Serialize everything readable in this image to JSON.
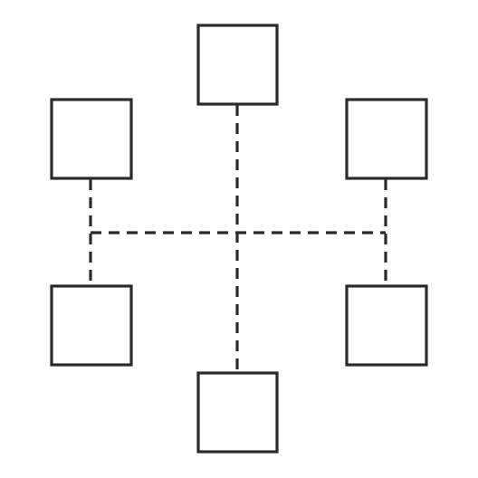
{
  "diagram": {
    "stroke_color": "#2b2b2b",
    "background_color": "#ffffff",
    "nodes": [
      {
        "id": "top"
      },
      {
        "id": "upper-left"
      },
      {
        "id": "upper-right"
      },
      {
        "id": "lower-left"
      },
      {
        "id": "lower-right"
      },
      {
        "id": "bottom"
      }
    ],
    "edges": [
      {
        "id": "center-vertical",
        "from": "top",
        "to": "bottom",
        "style": "dashed"
      },
      {
        "id": "horizontal-bar",
        "from": "upper-left",
        "to": "upper-right",
        "style": "dashed"
      },
      {
        "id": "left-vertical",
        "from": "upper-left",
        "to": "lower-left",
        "style": "dashed"
      },
      {
        "id": "right-vertical",
        "from": "upper-right",
        "to": "lower-right",
        "style": "dashed"
      }
    ]
  }
}
